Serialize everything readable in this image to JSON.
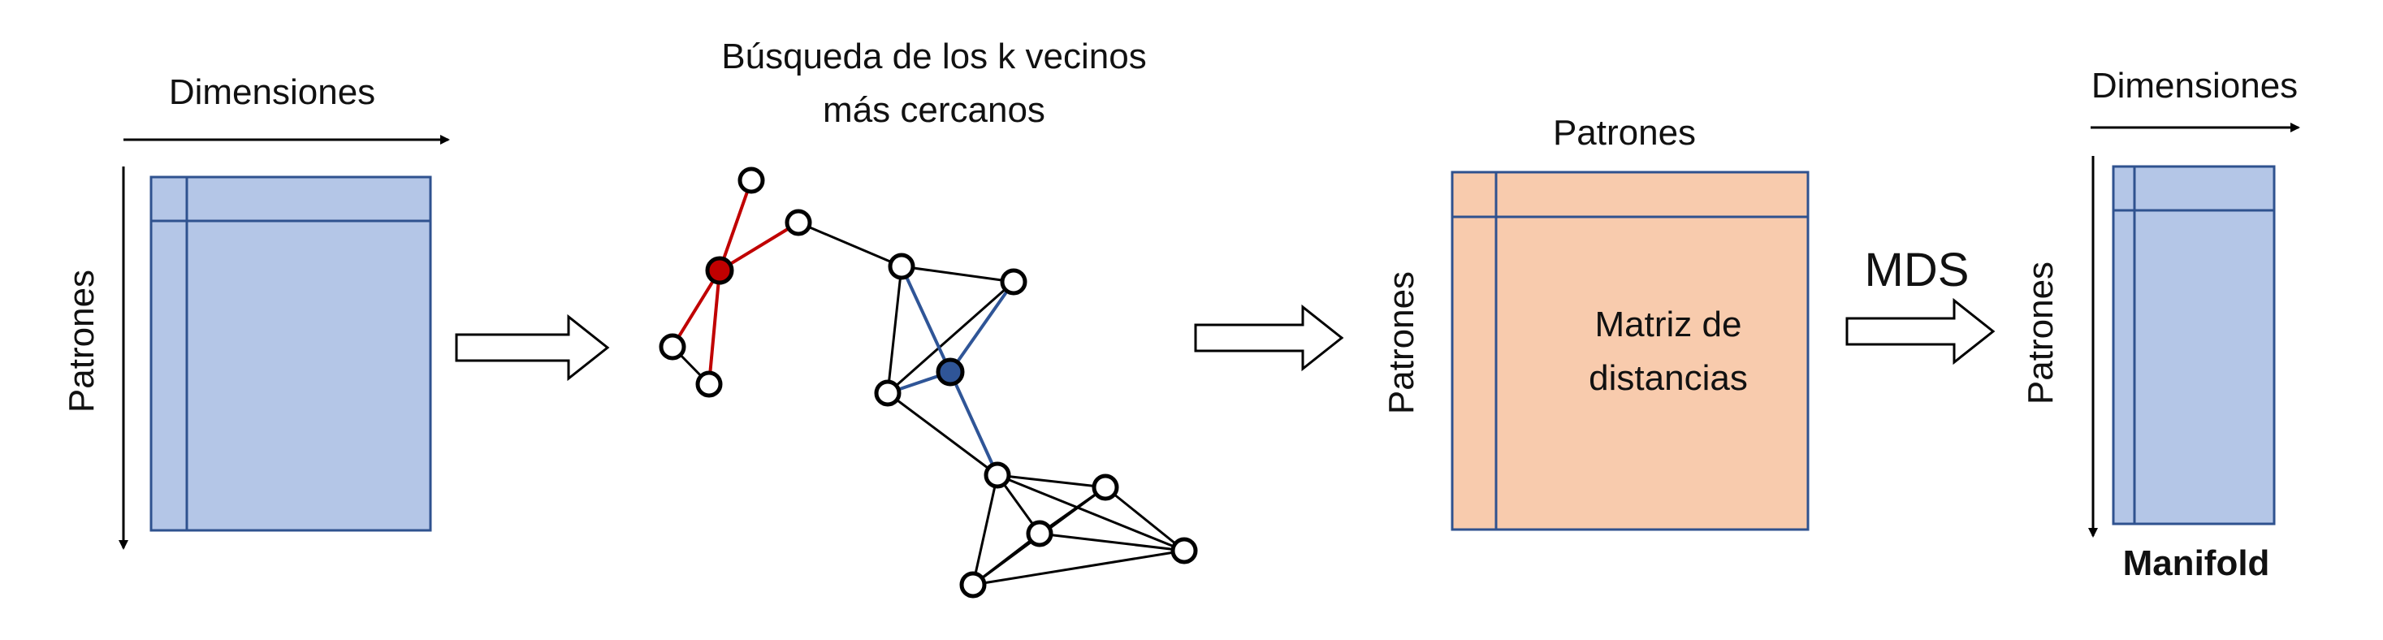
{
  "colors": {
    "blue_fill": "#b4c6e7",
    "blue_stroke": "#2f528f",
    "orange_fill": "#f8cbad",
    "red_node": "#c00000",
    "blue_node": "#2f5597",
    "line": "#000000"
  },
  "input_matrix": {
    "cols_label": "Dimensiones",
    "rows_label": "Patrones"
  },
  "knn": {
    "title_line1": "Búsqueda de los k vecinos",
    "title_line2": "más cercanos"
  },
  "distance_matrix": {
    "cols_label": "Patrones",
    "rows_label": "Patrones",
    "center_line1": "Matriz de",
    "center_line2": "distancias"
  },
  "mds": {
    "label": "MDS"
  },
  "output_matrix": {
    "cols_label": "Dimensiones",
    "rows_label": "Patrones",
    "caption": "Manifold"
  }
}
